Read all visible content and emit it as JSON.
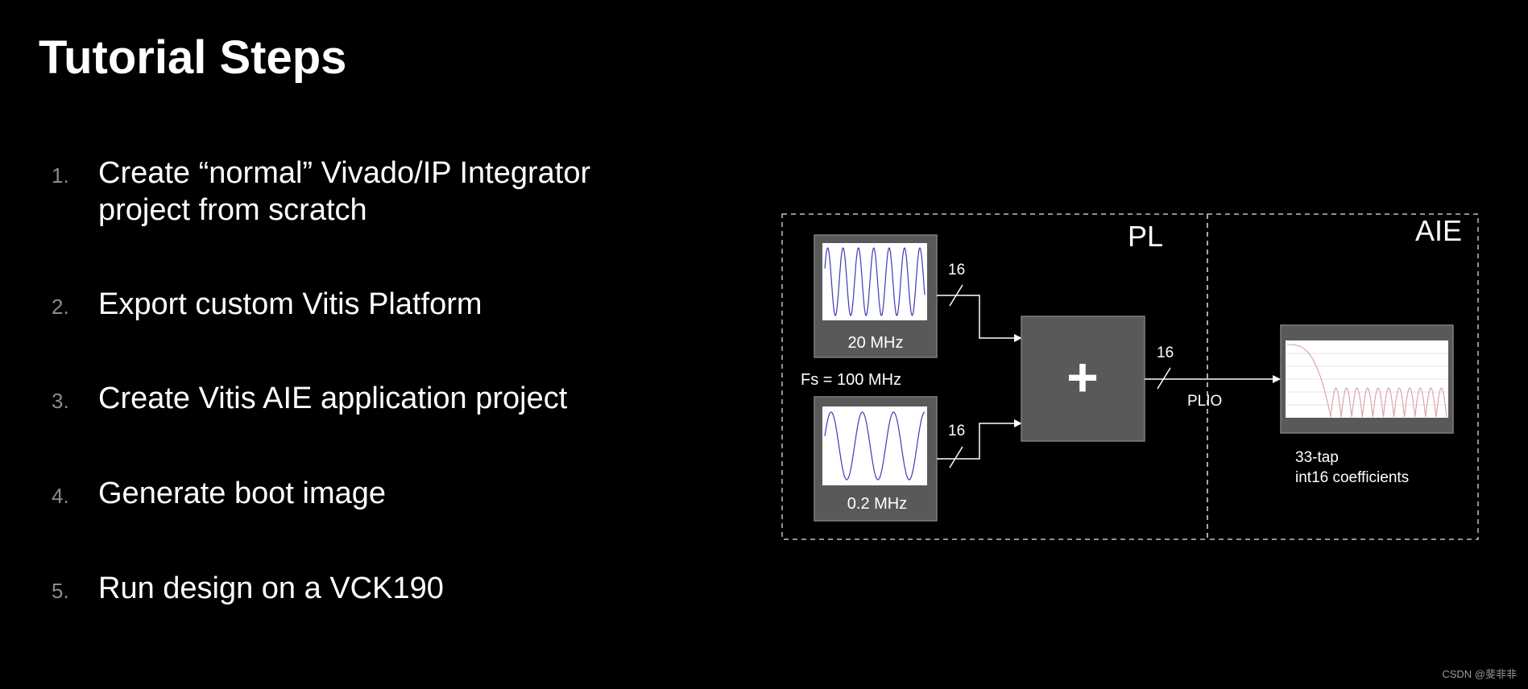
{
  "title": "Tutorial Steps",
  "steps": [
    {
      "number": "1.",
      "line1": "Create “normal” Vivado/IP Integrator",
      "line2": "project from scratch"
    },
    {
      "number": "2.",
      "line1": "Export custom Vitis Platform"
    },
    {
      "number": "3.",
      "line1": "Create Vitis AIE application project"
    },
    {
      "number": "4.",
      "line1": "Generate boot image"
    },
    {
      "number": "5.",
      "line1": "Run design on a VCK190"
    }
  ],
  "diagram": {
    "regions": {
      "pl": "PL",
      "aie": "AIE"
    },
    "sources": [
      {
        "freq_label": "20 MHz",
        "bus_width": "16"
      },
      {
        "freq_label": "0.2 MHz",
        "bus_width": "16"
      }
    ],
    "sample_rate": "Fs = 100 MHz",
    "adder_symbol": "+",
    "output_bus_width": "16",
    "interface_label": "PLIO",
    "filter": {
      "line1": "33-tap",
      "line2": "int16 coefficients"
    },
    "colors": {
      "region_border": "#bfbfbf",
      "block_fill": "#595959",
      "block_border": "#7f7f7f",
      "sine_wave": "#3b3bb3",
      "filter_response": "#d9a0a8",
      "background": "#000000"
    }
  },
  "watermark": "CSDN @斐非非"
}
